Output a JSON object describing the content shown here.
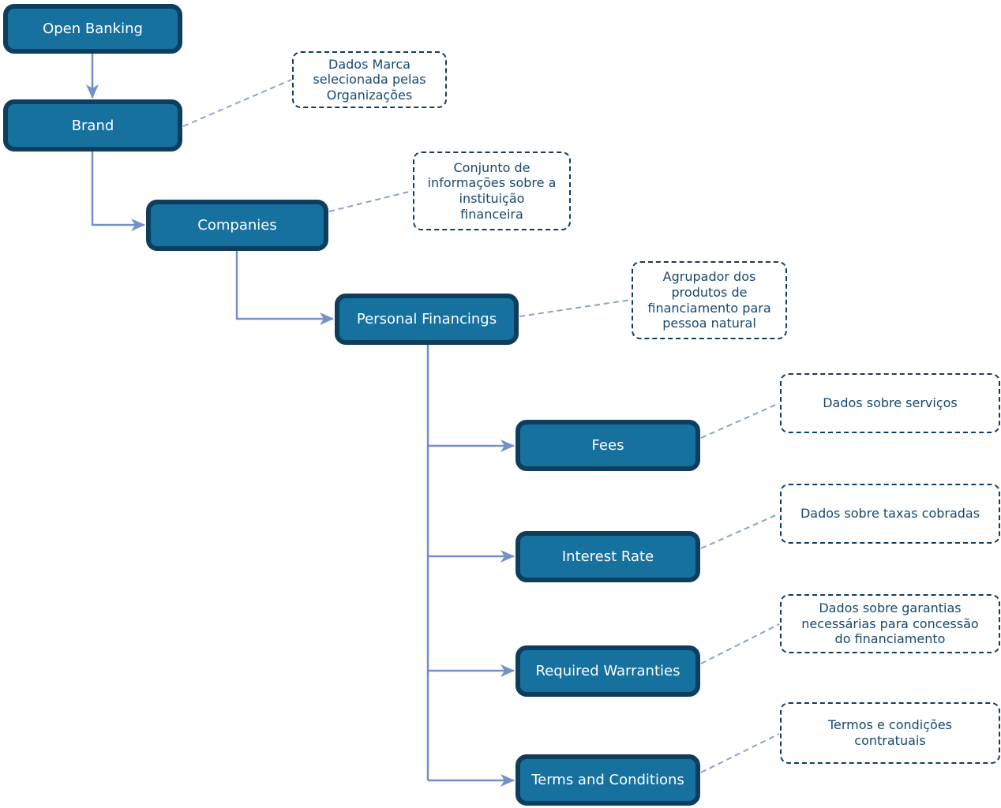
{
  "diagram": {
    "nodes": [
      {
        "id": "open-banking",
        "label": "Open Banking",
        "note": ""
      },
      {
        "id": "brand",
        "label": "Brand",
        "note": "Dados Marca\nselecionada pelas\nOrganizações"
      },
      {
        "id": "companies",
        "label": "Companies",
        "note": "Conjunto de\ninformações sobre a\ninstituição\nfinanceira"
      },
      {
        "id": "personal-financings",
        "label": "Personal Financings",
        "note": "Agrupador dos\nprodutos de\nfinanciamento para\npessoa natural"
      },
      {
        "id": "fees",
        "label": "Fees",
        "note": "Dados sobre serviços"
      },
      {
        "id": "interest-rate",
        "label": "Interest Rate",
        "note": "Dados sobre taxas cobradas"
      },
      {
        "id": "required-warranties",
        "label": "Required Warranties",
        "note": "Dados sobre garantias\nnecessárias para concessão\ndo financiamento"
      },
      {
        "id": "terms-and-conditions",
        "label": "Terms and Conditions",
        "note": "Termos e condições\ncontratuais"
      }
    ],
    "edges": [
      {
        "from": "Open Banking",
        "to": "Brand"
      },
      {
        "from": "Brand",
        "to": "Companies"
      },
      {
        "from": "Companies",
        "to": "Personal Financings"
      },
      {
        "from": "Personal Financings",
        "to": "Fees"
      },
      {
        "from": "Personal Financings",
        "to": "Interest Rate"
      },
      {
        "from": "Personal Financings",
        "to": "Required Warranties"
      },
      {
        "from": "Personal Financings",
        "to": "Terms and Conditions"
      }
    ],
    "colors": {
      "node_fill": "#16719F",
      "node_border": "#0D3E5E",
      "node_text": "#FFFFFF",
      "note_border": "#0E3E5F",
      "note_text": "#17486F",
      "connector": "#7390C7",
      "note_connector": "#8C9FD3",
      "background": "#FFFFFF"
    }
  }
}
